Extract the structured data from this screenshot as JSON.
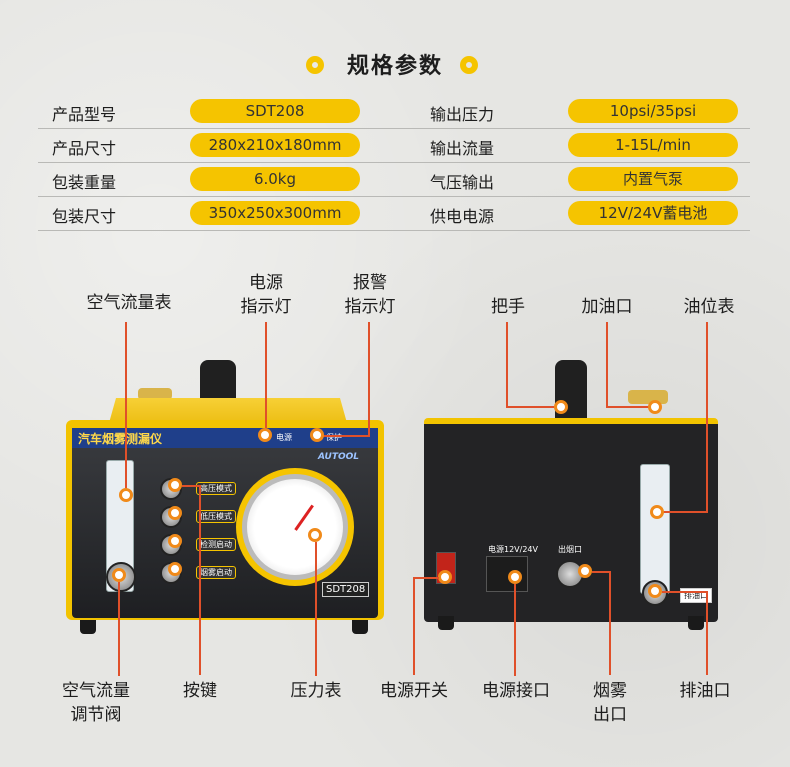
{
  "header": {
    "title": "规格参数"
  },
  "specs": [
    {
      "label_left": "产品型号",
      "value_left": "SDT208",
      "label_right": "输出压力",
      "value_right": "10psi/35psi"
    },
    {
      "label_left": "产品尺寸",
      "value_left": "280x210x180mm",
      "label_right": "输出流量",
      "value_right": "1-15L/min"
    },
    {
      "label_left": "包装重量",
      "value_left": "6.0kg",
      "label_right": "气压输出",
      "value_right": "内置气泵"
    },
    {
      "label_left": "包装尺寸",
      "value_left": "350x250x300mm",
      "label_right": "供电电源",
      "value_right": "12V/24V蓄电池"
    }
  ],
  "front": {
    "callouts": {
      "air_flow_meter": "空气流量表",
      "power_light_1": "电源",
      "power_light_2": "指示灯",
      "alarm_light_1": "报警",
      "alarm_light_2": "指示灯",
      "air_valve_1": "空气流量",
      "air_valve_2": "调节阀",
      "buttons": "按键",
      "pressure_gauge": "压力表"
    },
    "panel_title": "汽车烟雾测漏仪",
    "brand": "AUTOOL",
    "light_labels": [
      "电源",
      "保护"
    ],
    "button_labels": [
      "高压模式",
      "低压模式",
      "检测启动",
      "烟雾启动"
    ],
    "model_badge": "SDT208"
  },
  "back": {
    "callouts": {
      "handle": "把手",
      "oil_inlet": "加油口",
      "oil_gauge": "油位表",
      "power_switch": "电源开关",
      "power_port": "电源接口",
      "smoke_outlet_1": "烟雾",
      "smoke_outlet_2": "出口",
      "oil_drain": "排油口"
    },
    "power_port_label": "电源12V/24V",
    "outlet_label": "出烟口",
    "drain_label": "排油口"
  },
  "colors": {
    "accent": "#f5c400",
    "callout_line": "#e0502a",
    "panel_blue": "#1f3f8a"
  }
}
